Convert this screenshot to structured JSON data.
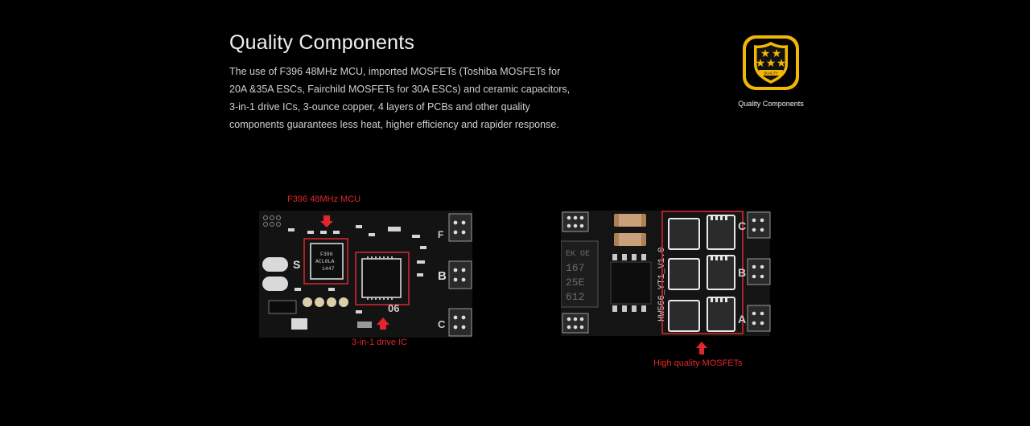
{
  "section": {
    "title": "Quality Components",
    "description_lines": [
      "The use of F396 48MHz MCU, imported MOSFETs (Toshiba MOSFETs for",
      "20A &35A ESCs, Fairchild MOSFETs for 30A ESCs) and ceramic capacitors,",
      "3-in-1 drive ICs, 3-ounce copper, 4 layers of PCBs and other quality",
      "components guarantees less heat, higher efficiency and rapider response."
    ]
  },
  "badge": {
    "label": "Quality Components",
    "icon": "five-star-shield-icon",
    "ribbon_text": "QUALITY"
  },
  "board_left": {
    "callouts": {
      "mcu": "F396 48MHz MCU",
      "driver": "3-in-1 drive IC"
    },
    "silkscreen": {
      "mcu_chip_lines": [
        "F396",
        "ACL0LA",
        "1447"
      ],
      "number": "06",
      "pad_b": "B",
      "pad_s": "S",
      "pad_c": "C",
      "pad_f": "F"
    }
  },
  "board_right": {
    "callouts": {
      "mosfets": "High quality MOSFETs"
    },
    "silkscreen": {
      "regulator_lines": [
        "EK OE",
        "167",
        "25E",
        "612"
      ],
      "vertical_text": "HW566_YT1_V1.0",
      "pad_c": "C",
      "pad_b": "B",
      "pad_a": "A"
    }
  },
  "colors": {
    "background": "#000000",
    "accent_red": "#e0262c",
    "badge_gold": "#f2b705",
    "pcb": "#141414"
  }
}
